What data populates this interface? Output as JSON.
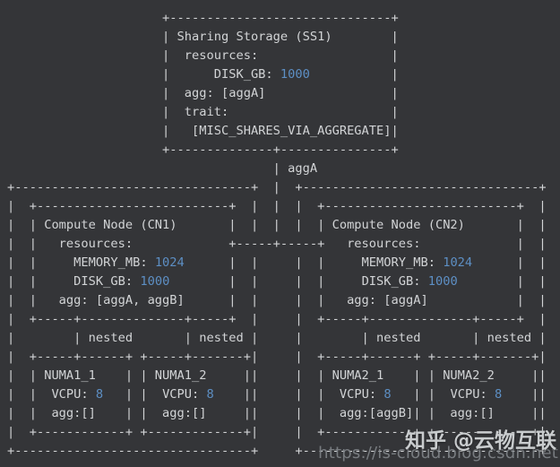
{
  "colors": {
    "background": "#343538",
    "foreground": "#d2d4d6",
    "number_blue": "#5d8fc4",
    "watermark_zhihu": "#c9ccce",
    "watermark_url": "#82868b"
  },
  "diagram": {
    "number_tokens": [
      "1000",
      "1024",
      "8"
    ],
    "lines": [
      "                     +------------------------------+",
      "                     | Sharing Storage (SS1)        |",
      "                     |  resources:                  |",
      "                     |      DISK_GB: 1000           |",
      "                     |  agg: [aggA]                 |",
      "                     |  trait:                      |",
      "                     |   [MISC_SHARES_VIA_AGGREGATE]|",
      "                     +--------------+---------------+",
      "                                    | aggA",
      "+--------------------------------+  |  +--------------------------------+",
      "|  +--------------------------+  |  |  |  +--------------------------+  |",
      "|  | Compute Node (CN1)       |  |  |  |  | Compute Node (CN2)       |  |",
      "|  |   resources:             +-----+-----+   resources:             |  |",
      "|  |     MEMORY_MB: 1024      |  |     |  |     MEMORY_MB: 1024      |  |",
      "|  |     DISK_GB: 1000        |  |     |  |     DISK_GB: 1000        |  |",
      "|  |   agg: [aggA, aggB]      |  |     |  |   agg: [aggA]            |  |",
      "|  +-----+--------------+-----+  |     |  +-----+--------------+-----+  |",
      "|        | nested       | nested |     |        | nested       | nested |",
      "|  +-----+------+ +-----+-------+|     |  +-----+------+ +-----+-------+|",
      "|  | NUMA1_1    | | NUMA1_2     ||     |  | NUMA2_1    | | NUMA2_2     ||",
      "|  |  VCPU: 8   | |  VCPU: 8    ||     |  |  VCPU: 8   | |  VCPU: 8    ||",
      "|  |  agg:[]    | |  agg:[]     ||     |  |  agg:[aggB]| |  agg:[]     ||",
      "|  +------------+ +-------------+|     |  +------------+ +-------------+|",
      "+--------------------------------+     +--------------------------------+"
    ],
    "entities": {
      "sharing_storage": {
        "name": "Sharing Storage (SS1)",
        "resources": {
          "DISK_GB": "1000"
        },
        "agg": "[aggA]",
        "trait": "[MISC_SHARES_VIA_AGGREGATE]"
      },
      "aggregate_link_label": "aggA",
      "compute_node_1": {
        "name": "Compute Node (CN1)",
        "resources": {
          "MEMORY_MB": "1024",
          "DISK_GB": "1000"
        },
        "agg": "[aggA, aggB]",
        "children_label": "nested",
        "numa_nodes": [
          {
            "name": "NUMA1_1",
            "VCPU": "8",
            "agg": "[]"
          },
          {
            "name": "NUMA1_2",
            "VCPU": "8",
            "agg": "[]"
          }
        ]
      },
      "compute_node_2": {
        "name": "Compute Node (CN2)",
        "resources": {
          "MEMORY_MB": "1024",
          "DISK_GB": "1000"
        },
        "agg": "[aggA]",
        "children_label": "nested",
        "numa_nodes": [
          {
            "name": "NUMA2_1",
            "VCPU": "8",
            "agg": "[aggB]"
          },
          {
            "name": "NUMA2_2",
            "VCPU": "8",
            "agg": "[]"
          }
        ]
      }
    }
  },
  "watermark": {
    "zhihu": "知乎 @云物互联",
    "url": "https://is-cloud.blog.csdn.net"
  }
}
